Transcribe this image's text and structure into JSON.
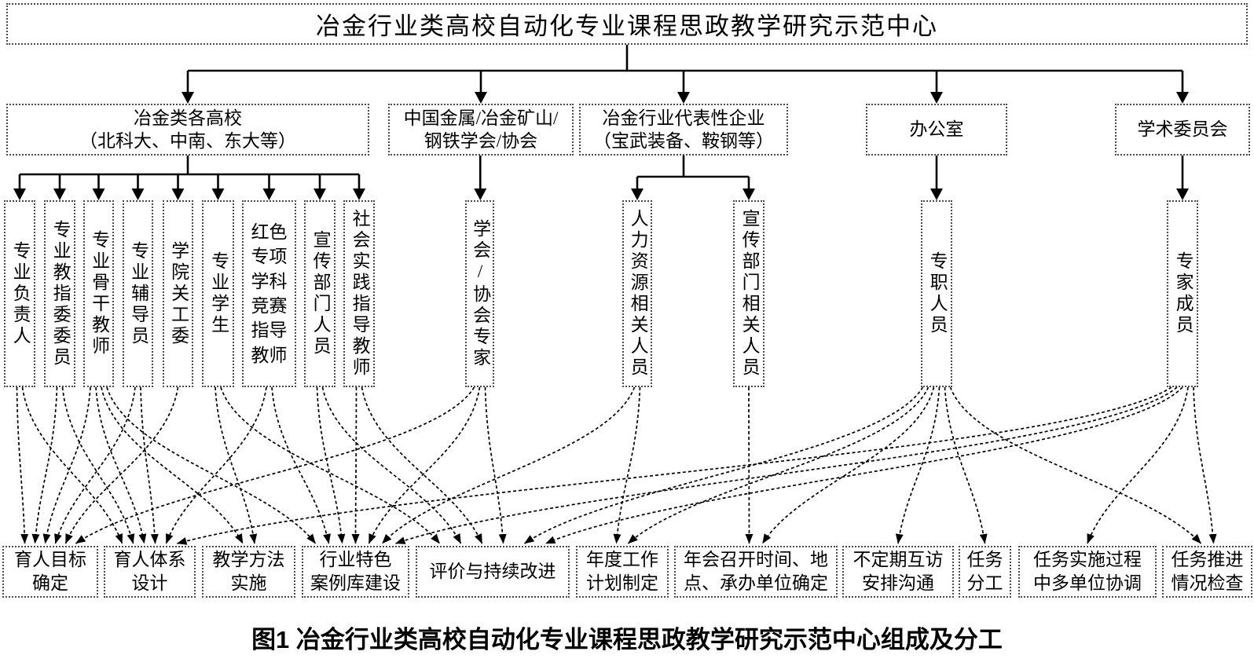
{
  "diagram": {
    "title": "冶金行业类高校自动化专业课程思政教学研究示范中心",
    "caption": "图1 冶金行业类高校自动化专业课程思政教学研究示范中心组成及分工",
    "colors": {
      "line": "#000000",
      "border": "#4a4a4a",
      "background": "#ffffff",
      "text": "#000000"
    },
    "units": [
      {
        "id": "u1",
        "parent": "center",
        "label": "冶金类各高校\n（北科大、中南、东大等）"
      },
      {
        "id": "u2",
        "parent": "center",
        "label": "中国金属/冶金矿山/\n钢铁学会/协会"
      },
      {
        "id": "u3",
        "parent": "center",
        "label": "冶金行业代表性企业\n（宝武装备、鞍钢等）"
      },
      {
        "id": "u4",
        "parent": "center",
        "label": "办公室"
      },
      {
        "id": "u5",
        "parent": "center",
        "label": "学术委员会"
      }
    ],
    "members": [
      {
        "id": "p1",
        "parent": "u1",
        "label": "专业负责人"
      },
      {
        "id": "p2",
        "parent": "u1",
        "label": "专业教指委委员"
      },
      {
        "id": "p3",
        "parent": "u1",
        "label": "专业骨干教师"
      },
      {
        "id": "p4",
        "parent": "u1",
        "label": "专业辅导员"
      },
      {
        "id": "p5",
        "parent": "u1",
        "label": "学院关工委"
      },
      {
        "id": "p6",
        "parent": "u1",
        "label": "专业学生"
      },
      {
        "id": "p7",
        "parent": "u1",
        "label": "红色专项学科竞赛指导教师",
        "columns": 2
      },
      {
        "id": "p8",
        "parent": "u1",
        "label": "宣传部门人员"
      },
      {
        "id": "p9",
        "parent": "u1",
        "label": "社会实践指导教师"
      },
      {
        "id": "p10",
        "parent": "u2",
        "label": "学会/协会专家"
      },
      {
        "id": "p11",
        "parent": "u3",
        "label": "人力资源相关人员"
      },
      {
        "id": "p12",
        "parent": "u3",
        "label": "宣传部门相关人员"
      },
      {
        "id": "p13",
        "parent": "u4",
        "label": "专职人员"
      },
      {
        "id": "p14",
        "parent": "u5",
        "label": "专家成员"
      }
    ],
    "tasks": [
      {
        "id": "t1",
        "label": "育人目标\n确定"
      },
      {
        "id": "t2",
        "label": "育人体系\n设计"
      },
      {
        "id": "t3",
        "label": "教学方法\n实施"
      },
      {
        "id": "t4",
        "label": "行业特色\n案例库建设"
      },
      {
        "id": "t5",
        "label": "评价与持续改进"
      },
      {
        "id": "t6",
        "label": "年度工作\n计划制定"
      },
      {
        "id": "t7",
        "label": "年会召开时间、地\n点、承办单位确定"
      },
      {
        "id": "t8",
        "label": "不定期互访\n安排沟通"
      },
      {
        "id": "t9",
        "label": "任务\n分工"
      },
      {
        "id": "t10",
        "label": "任务实施过程\n中多单位协调"
      },
      {
        "id": "t11",
        "label": "任务推进\n情况检查"
      }
    ],
    "assignments": [
      {
        "from": "p1",
        "to": "t1"
      },
      {
        "from": "p1",
        "to": "t2"
      },
      {
        "from": "p2",
        "to": "t1"
      },
      {
        "from": "p2",
        "to": "t2"
      },
      {
        "from": "p3",
        "to": "t1"
      },
      {
        "from": "p3",
        "to": "t2"
      },
      {
        "from": "p3",
        "to": "t3"
      },
      {
        "from": "p3",
        "to": "t4"
      },
      {
        "from": "p4",
        "to": "t1"
      },
      {
        "from": "p4",
        "to": "t2"
      },
      {
        "from": "p5",
        "to": "t1"
      },
      {
        "from": "p6",
        "to": "t3"
      },
      {
        "from": "p6",
        "to": "t5"
      },
      {
        "from": "p7",
        "to": "t2"
      },
      {
        "from": "p7",
        "to": "t4"
      },
      {
        "from": "p8",
        "to": "t4"
      },
      {
        "from": "p8",
        "to": "t5"
      },
      {
        "from": "p9",
        "to": "t4"
      },
      {
        "from": "p9",
        "to": "t5"
      },
      {
        "from": "p10",
        "to": "t1"
      },
      {
        "from": "p10",
        "to": "t4"
      },
      {
        "from": "p10",
        "to": "t5"
      },
      {
        "from": "p11",
        "to": "t4"
      },
      {
        "from": "p11",
        "to": "t6"
      },
      {
        "from": "p12",
        "to": "t7"
      },
      {
        "from": "p13",
        "to": "t5"
      },
      {
        "from": "p13",
        "to": "t6"
      },
      {
        "from": "p13",
        "to": "t7"
      },
      {
        "from": "p13",
        "to": "t8"
      },
      {
        "from": "p13",
        "to": "t9"
      },
      {
        "from": "p13",
        "to": "t11"
      },
      {
        "from": "p14",
        "to": "t2"
      },
      {
        "from": "p14",
        "to": "t4"
      },
      {
        "from": "p14",
        "to": "t5"
      },
      {
        "from": "p14",
        "to": "t10"
      },
      {
        "from": "p14",
        "to": "t11"
      }
    ]
  }
}
